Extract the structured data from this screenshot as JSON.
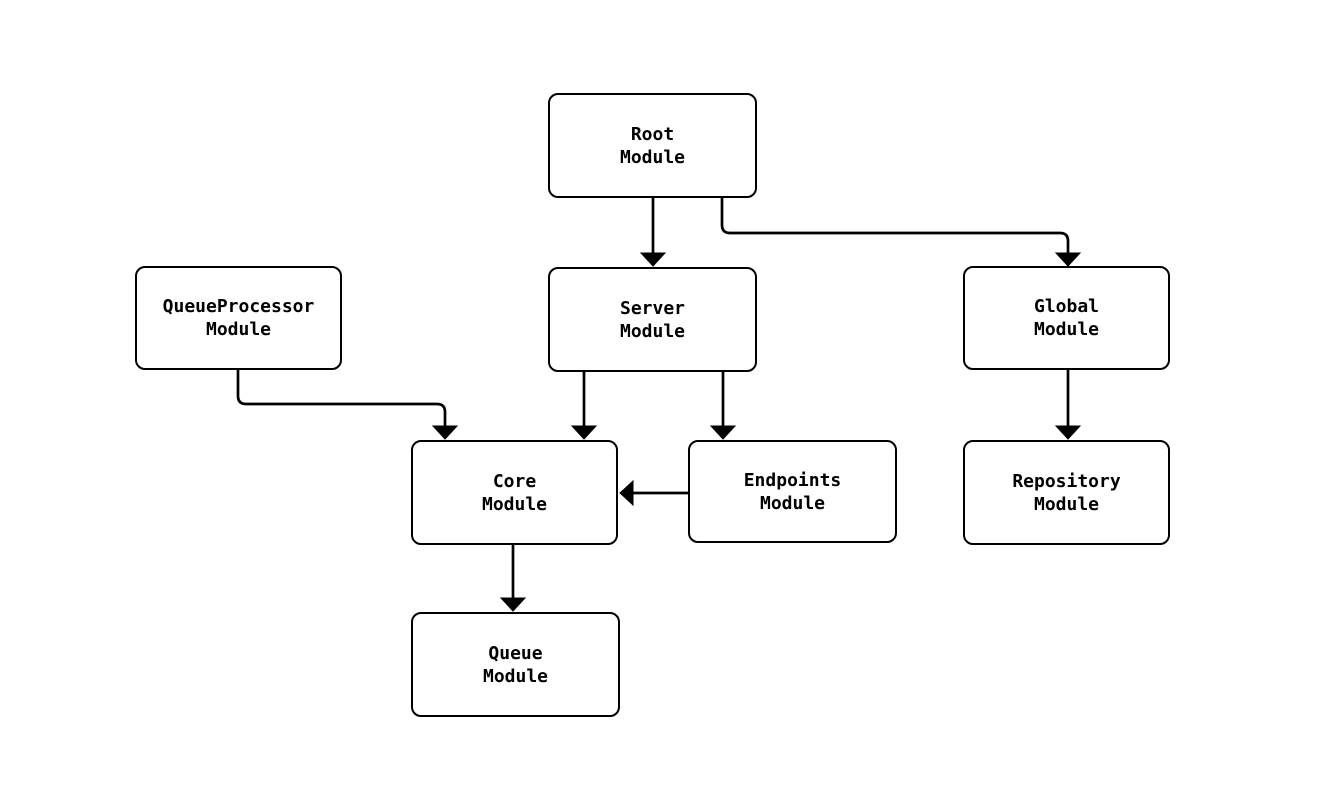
{
  "diagram": {
    "background_color": "#ffffff",
    "stroke_color": "#000000",
    "node_fill_color": "#ffffff",
    "nodes": {
      "root": {
        "line1": "Root",
        "line2": "Module"
      },
      "server": {
        "line1": "Server",
        "line2": "Module"
      },
      "queueprocessor": {
        "line1": "QueueProcessor",
        "line2": "Module"
      },
      "global": {
        "line1": "Global",
        "line2": "Module"
      },
      "core": {
        "line1": "Core",
        "line2": "Module"
      },
      "endpoints": {
        "line1": "Endpoints",
        "line2": "Module"
      },
      "repository": {
        "line1": "Repository",
        "line2": "Module"
      },
      "queue": {
        "line1": "Queue",
        "line2": "Module"
      }
    },
    "edges": [
      {
        "from": "root",
        "to": "server"
      },
      {
        "from": "root",
        "to": "global"
      },
      {
        "from": "queueprocessor",
        "to": "core"
      },
      {
        "from": "server",
        "to": "core"
      },
      {
        "from": "server",
        "to": "endpoints"
      },
      {
        "from": "endpoints",
        "to": "core"
      },
      {
        "from": "global",
        "to": "repository"
      },
      {
        "from": "core",
        "to": "queue"
      }
    ]
  }
}
